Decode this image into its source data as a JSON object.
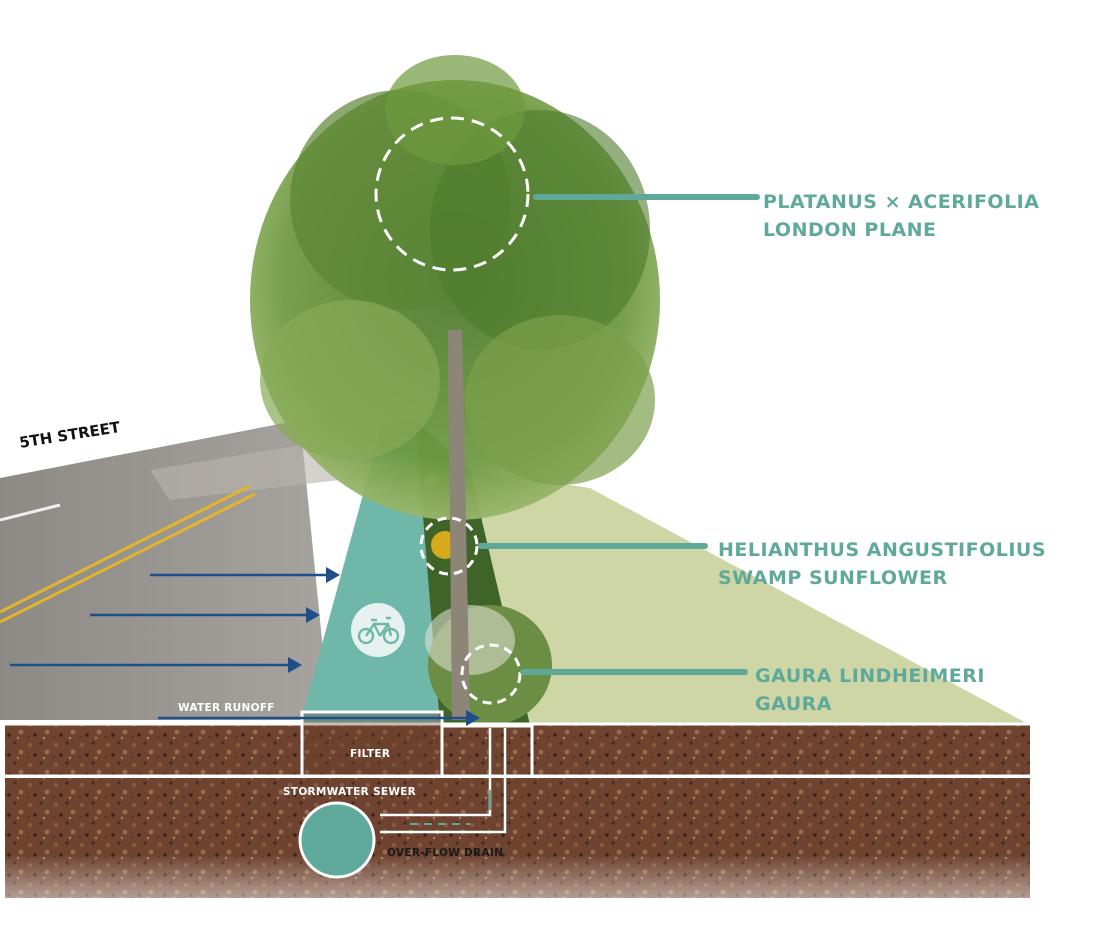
{
  "street_name": "5TH STREET",
  "plants": [
    {
      "scientific": "PLATANUS × ACERIFOLIA",
      "common": "LONDON PLANE"
    },
    {
      "scientific": "HELIANTHUS ANGUSTIFOLIUS",
      "common": "SWAMP SUNFLOWER"
    },
    {
      "scientific": "GAURA LINDHEIMERI",
      "common": "GAURA"
    }
  ],
  "labels": {
    "water_runoff": "WATER RUNOFF",
    "filter": "FILTER",
    "stormwater_sewer": "STORMWATER SEWER",
    "overflow_drain": "OVER-FLOW DRAIN"
  },
  "icons": {
    "bike_lane": "bicycle-icon"
  },
  "colors": {
    "accent_teal": "#5fa99a",
    "bike_lane": "#6fb7a8",
    "sidewalk": "#cfd6a6",
    "runoff_arrow": "#1f4f8a",
    "soil": "#6b3f2a"
  }
}
